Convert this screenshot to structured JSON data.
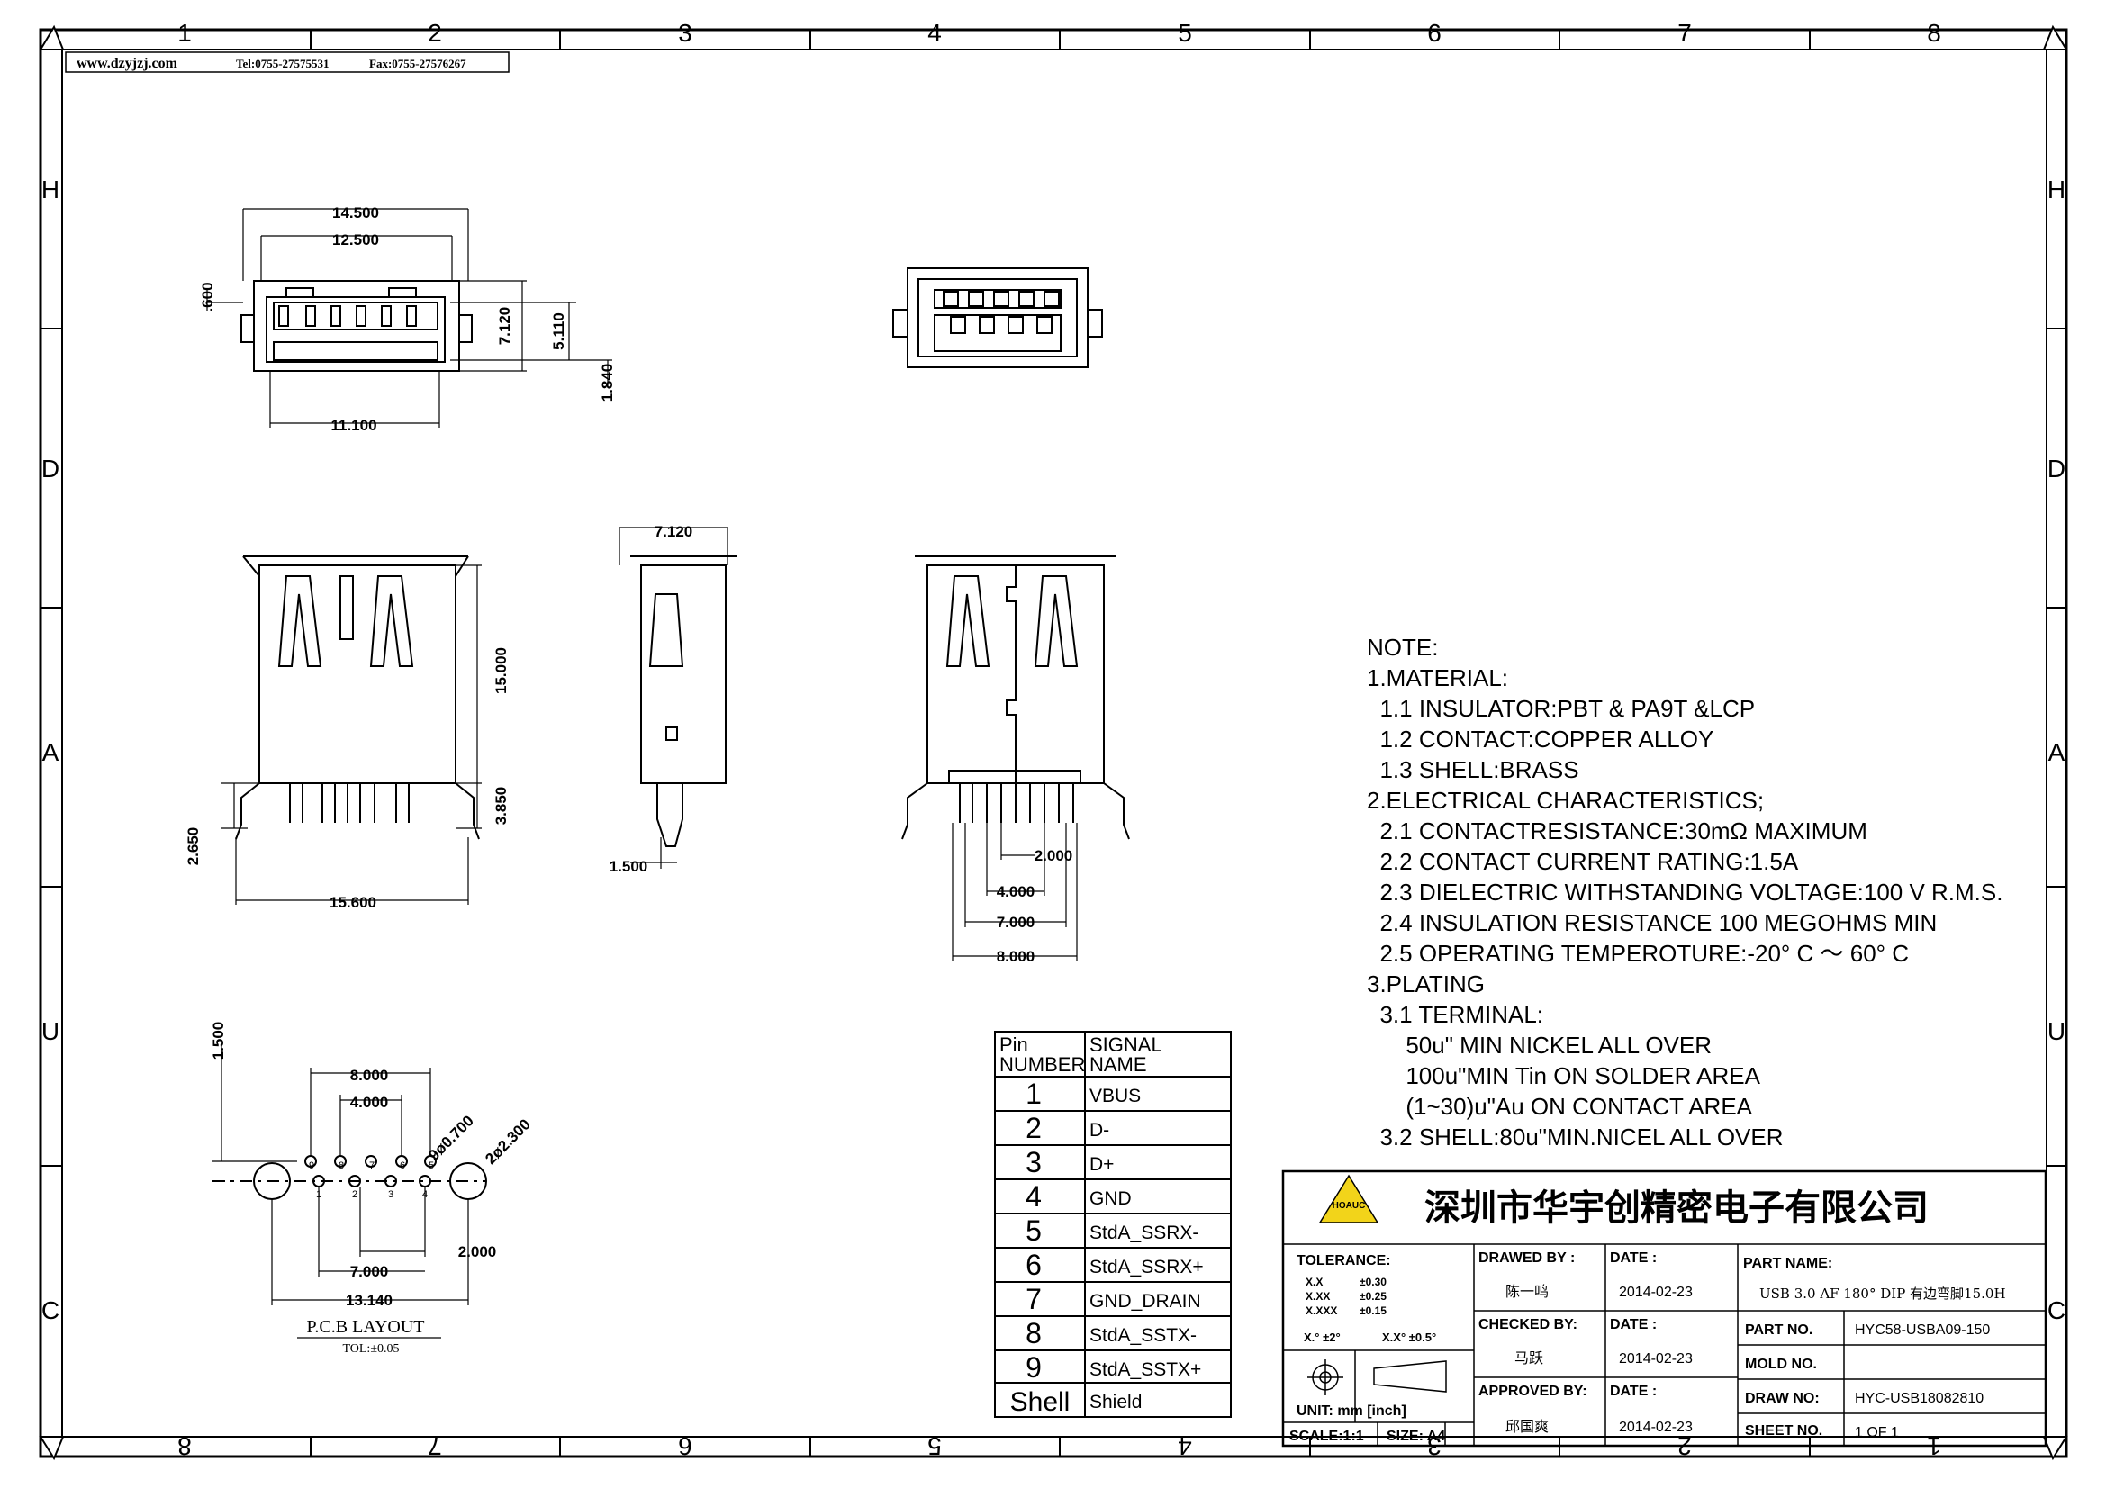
{
  "header": {
    "website": "www.dzyjzj.com",
    "phone": "Tel:0755-27575531",
    "fax": "Fax:0755-27576267"
  },
  "grid": {
    "top_numbers": [
      "1",
      "2",
      "3",
      "4",
      "5",
      "6",
      "7",
      "8"
    ],
    "bottom_numbers": [
      "8",
      "7",
      "6",
      "5",
      "4",
      "3",
      "2",
      "1"
    ],
    "side_letters": [
      "H",
      "D",
      "A",
      "U",
      "C"
    ]
  },
  "front_view": {
    "dims": [
      "14.500",
      "12.500",
      ".600",
      "7.120",
      "5.110",
      "1.840",
      "11.100"
    ]
  },
  "side_view_1": {
    "dims": [
      "15.000",
      "3.850",
      "2.650",
      "15.600"
    ]
  },
  "side_view_2": {
    "dims": [
      "7.120",
      "1.500"
    ]
  },
  "side_view_3": {
    "dims": [
      "2.000",
      "4.000",
      "7.000",
      "8.000"
    ]
  },
  "pcb_layout": {
    "dims": [
      "1.500",
      "8.000",
      "4.000",
      "9ø0.700",
      "2ø2.300",
      "2.000",
      "7.000",
      "13.140"
    ],
    "pin_labels_top": [
      "9",
      "8",
      "7",
      "6",
      "5"
    ],
    "pin_labels_bottom": [
      "1",
      "2",
      "3",
      "4"
    ],
    "title": "P.C.B   LAYOUT",
    "tolerance": "TOL:±0.05"
  },
  "notes": {
    "lines": [
      "NOTE:",
      "1.MATERIAL:",
      "  1.1 INSULATOR:PBT & PA9T &LCP",
      "  1.2 CONTACT:COPPER ALLOY",
      "  1.3 SHELL:BRASS",
      "2.ELECTRICAL CHARACTERISTICS;",
      "  2.1 CONTACTRESISTANCE:30mΩ MAXIMUM",
      "  2.2 CONTACT CURRENT RATING:1.5A",
      "  2.3 DIELECTRIC WITHSTANDING VOLTAGE:100 V R.M.S.",
      "  2.4 INSULATION RESISTANCE 100 MEGOHMS MIN",
      "  2.5 OPERATING TEMPEROTURE:-20° C ～ 60° C",
      "3.PLATING",
      "  3.1 TERMINAL:",
      "      50u\" MIN NICKEL ALL OVER",
      "      100u\"MIN Tin ON SOLDER AREA",
      "      (1~30)u\"Au ON CONTACT AREA",
      "  3.2 SHELL:80u\"MIN.NICEL ALL OVER"
    ]
  },
  "pin_table": {
    "header_pin": [
      "Pin",
      "NUMBER"
    ],
    "header_signal": [
      "SIGNAL",
      "NAME"
    ],
    "rows": [
      {
        "pin": "1",
        "signal": "VBUS"
      },
      {
        "pin": "2",
        "signal": "D-"
      },
      {
        "pin": "3",
        "signal": "D+"
      },
      {
        "pin": "4",
        "signal": "GND"
      },
      {
        "pin": "5",
        "signal": "StdA_SSRX-"
      },
      {
        "pin": "6",
        "signal": "StdA_SSRX+"
      },
      {
        "pin": "7",
        "signal": "GND_DRAIN"
      },
      {
        "pin": "8",
        "signal": "StdA_SSTX-"
      },
      {
        "pin": "9",
        "signal": "StdA_SSTX+"
      },
      {
        "pin": "Shell",
        "signal": "Shield"
      }
    ]
  },
  "title_block": {
    "company": "深圳市华宇创精密电子有限公司",
    "logo_text": "HOAUC",
    "tolerance_label": "TOLERANCE:",
    "tol_x": "X.X",
    "tol_x_val": "±0.30",
    "tol_xx": "X.XX",
    "tol_xx_val": "±0.25",
    "tol_xxx": "X.XXX",
    "tol_xxx_val": "±0.15",
    "tol_ang1": "X.° ±2°",
    "tol_ang2": "X.X° ±0.5°",
    "unit": "UNIT:  mm  [inch]",
    "scale": "SCALE:1:1",
    "size": "SIZE: A4",
    "drawn_by_label": "DRAWED BY :",
    "drawn_by": "陈一鸣",
    "checked_by_label": "CHECKED BY:",
    "checked_by": "马跃",
    "approved_by_label": "APPROVED BY:",
    "approved_by": "邱国爽",
    "date_label": "DATE :",
    "date1": "2014-02-23",
    "date2": "2014-02-23",
    "date3": "2014-02-23",
    "part_name_label": "PART NAME:",
    "part_name": "USB 3.0 AF 180° DIP 有边弯脚15.0H",
    "part_no_label": "PART NO.",
    "part_no": "HYC58-USBA09-150",
    "mold_no_label": "MOLD NO.",
    "mold_no": "",
    "draw_no_label": "DRAW NO:",
    "draw_no": "HYC-USB18082810",
    "sheet_no_label": "SHEET NO.",
    "sheet_no": "1 OF 1"
  }
}
